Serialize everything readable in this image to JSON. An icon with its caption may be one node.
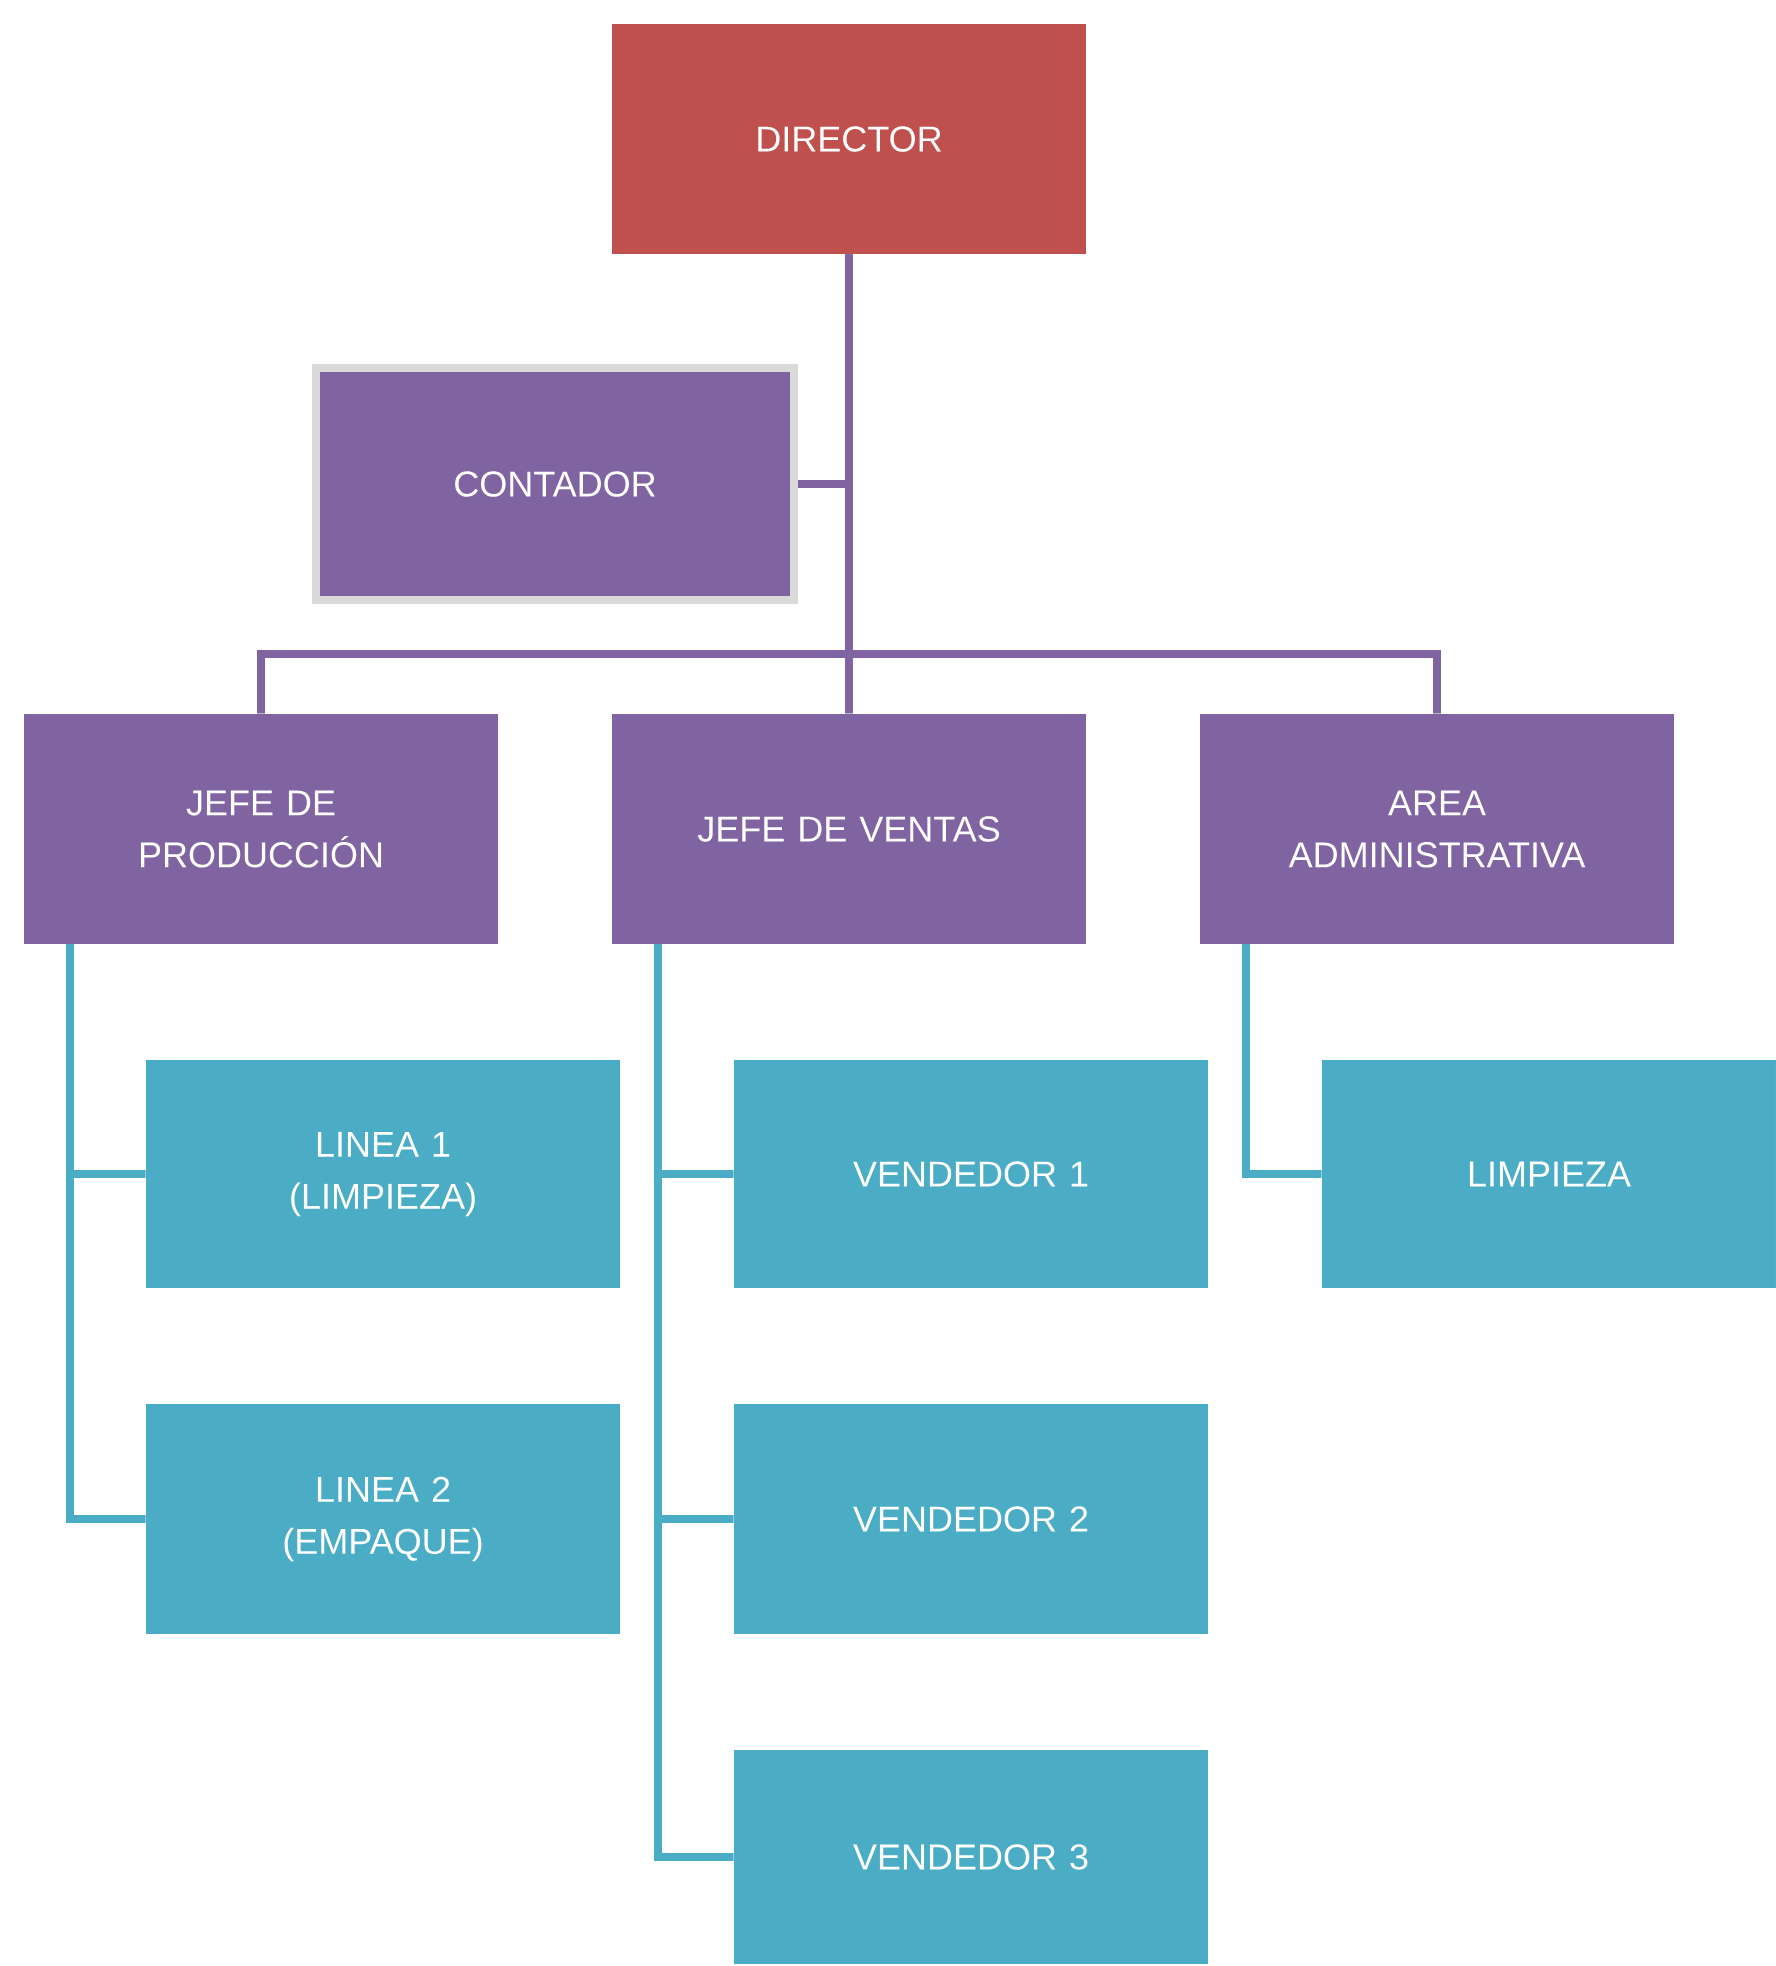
{
  "diagram": {
    "nodes": [
      {
        "text": [
          "DIRECTOR"
        ]
      },
      {
        "text": [
          "CONTADOR"
        ]
      },
      {
        "text": [
          "JEFE DE PRODUCCIÓN"
        ]
      },
      {
        "text": [
          "JEFE DE VENTAS"
        ]
      },
      {
        "text": [
          "AREA ADMINISTRATIVA"
        ]
      },
      {
        "text": [
          "LINEA 1 (LIMPIEZA)"
        ]
      },
      {
        "text": [
          "LINEA 2 (EMPAQUE)"
        ]
      },
      {
        "text": [
          "VENDEDOR 1"
        ]
      },
      {
        "text": [
          "VENDEDOR 2"
        ]
      },
      {
        "text": [
          "VENDEDOR 3"
        ]
      },
      {
        "text": [
          "LIMPIEZA"
        ]
      }
    ],
    "edges": [
      {
        "from": 0,
        "to": 1,
        "arrow": "none",
        "color": "#8064a2"
      },
      {
        "from": 0,
        "to": 2,
        "arrow": "none",
        "color": "#8064a2"
      },
      {
        "from": 0,
        "to": 3,
        "arrow": "none",
        "color": "#8064a2"
      },
      {
        "from": 0,
        "to": 4,
        "arrow": "none",
        "color": "#8064a2"
      },
      {
        "from": 2,
        "to": 5,
        "arrow": "none"
      },
      {
        "from": 2,
        "to": 6,
        "arrow": "none"
      },
      {
        "from": 3,
        "to": 7,
        "arrow": "none"
      },
      {
        "from": 3,
        "to": 8,
        "arrow": "none"
      },
      {
        "from": 3,
        "to": 9,
        "arrow": "none"
      },
      {
        "from": 4,
        "to": 10,
        "arrow": "none"
      }
    ]
  }
}
